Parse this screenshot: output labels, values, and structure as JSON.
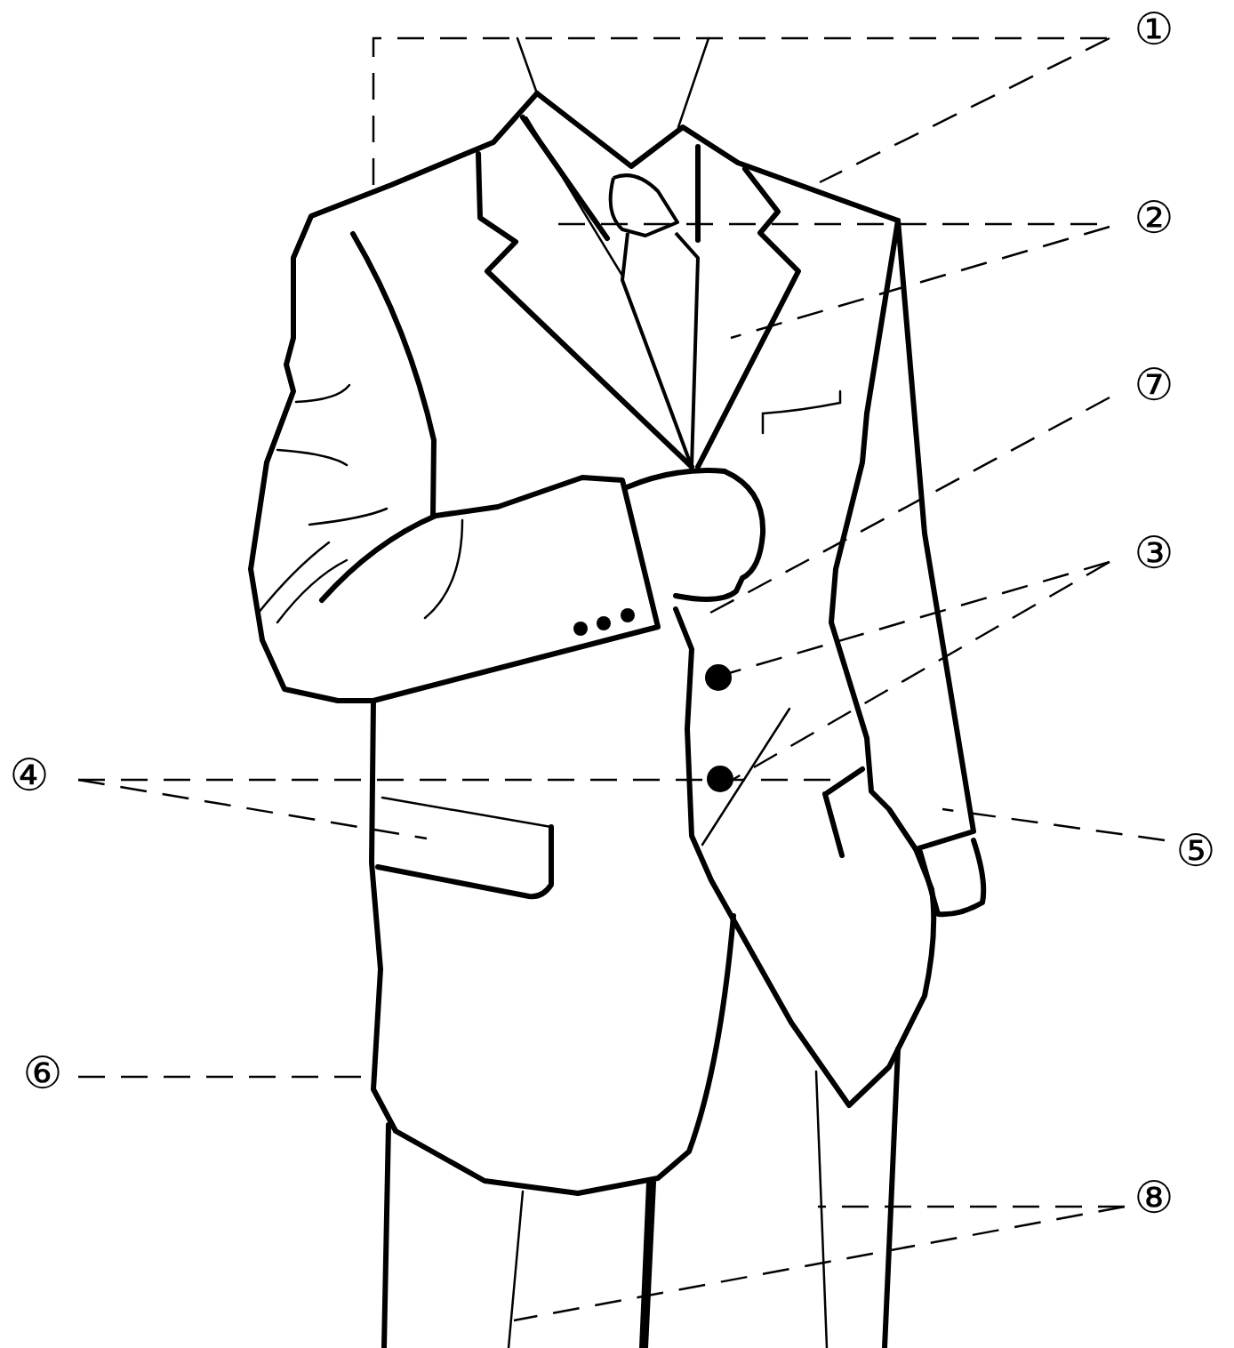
{
  "diagram": {
    "labels": [
      "①",
      "②",
      "⑦",
      "③",
      "④",
      "⑤",
      "⑥",
      "⑧"
    ]
  }
}
